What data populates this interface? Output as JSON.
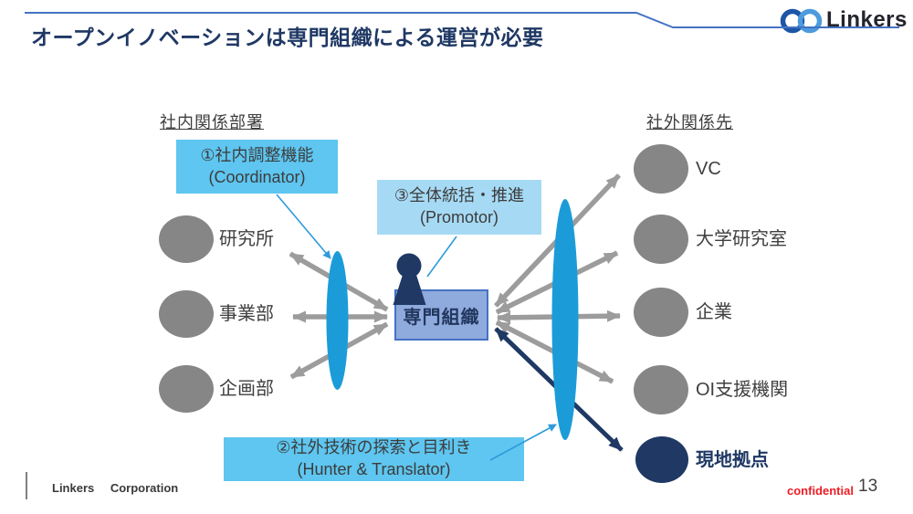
{
  "slide": {
    "title": "オープンイノベーションは専門組織による運営が必要",
    "logo_text": "Linkers",
    "company": "Linkers Corporation",
    "confidential": "confidential",
    "page_number": "13"
  },
  "internal": {
    "heading": "社内関係部署",
    "nodes": [
      {
        "label": "研究所"
      },
      {
        "label": "事業部"
      },
      {
        "label": "企画部"
      }
    ]
  },
  "external": {
    "heading": "社外関係先",
    "nodes": [
      {
        "label": "VC"
      },
      {
        "label": "大学研究室"
      },
      {
        "label": "企業"
      },
      {
        "label": "OI支援機関"
      },
      {
        "label": "現地拠点",
        "highlight": true
      }
    ]
  },
  "center": {
    "org_label": "専門組織"
  },
  "callouts": {
    "coordinator": {
      "line1": "①社内調整機能",
      "line2": "(Coordinator)"
    },
    "promotor": {
      "line1": "③全体統括・推進",
      "line2": "(Promotor)"
    },
    "hunter": {
      "line1": "②社外技術の探索と目利き",
      "line2": "(Hunter & Translator)"
    }
  },
  "colors": {
    "title_navy": "#1F3864",
    "sky_blue_box": "#5EC6F0",
    "pale_blue_box": "#A6DAF4",
    "org_box_fill": "#8FAADC",
    "org_box_border": "#4472C4",
    "node_gray": "#868686",
    "arrow_gray": "#9C9C9C",
    "ellipse_blue": "#1B9CD8",
    "pointer_line_blue": "#2E9BDB",
    "header_line_blue": "#4472C4",
    "navy_accent": "#1F3864",
    "confidential_red": "#ED1C24"
  }
}
